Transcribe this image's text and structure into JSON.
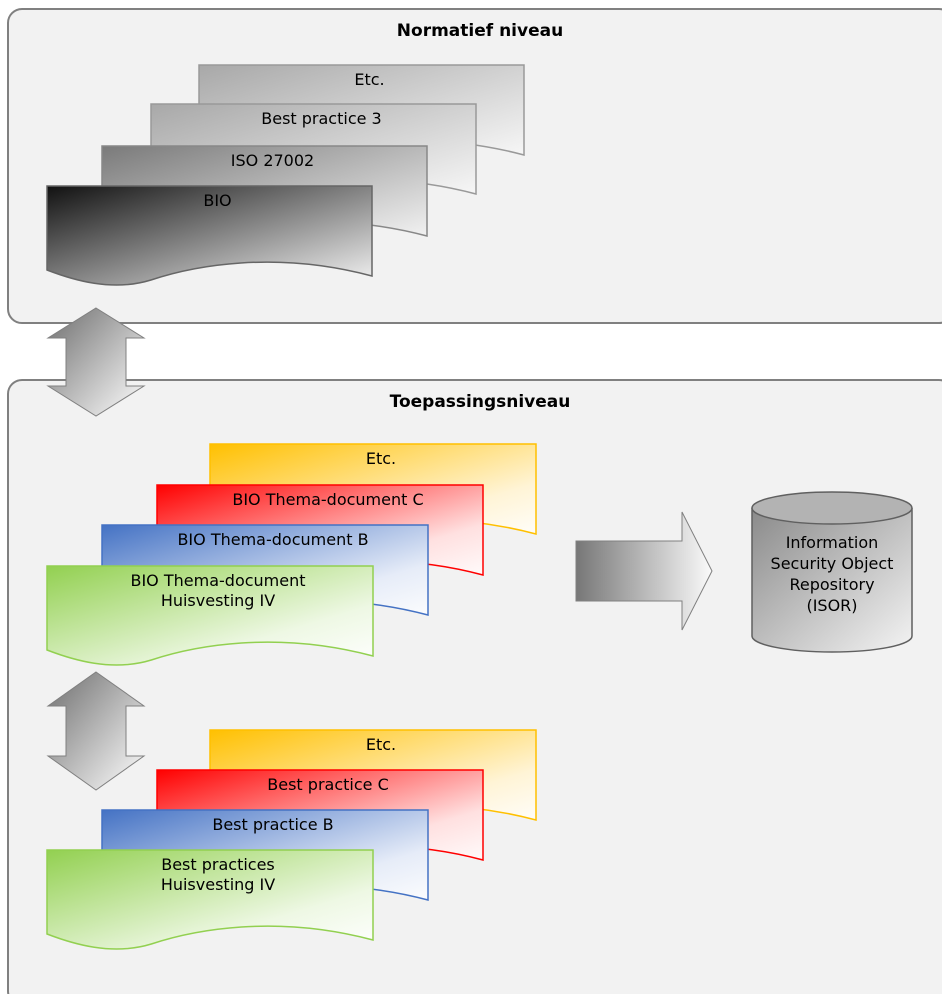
{
  "panels": {
    "normative": {
      "title": "Normatief niveau"
    },
    "application": {
      "title": "Toepassingsniveau"
    }
  },
  "normative_docs": [
    {
      "label": "Etc.",
      "style": "light"
    },
    {
      "label": "Best practice 3",
      "style": "light"
    },
    {
      "label": "ISO 27002",
      "style": "mid"
    },
    {
      "label": "BIO",
      "style": "dark"
    }
  ],
  "thema_docs": [
    {
      "label": "Etc.",
      "style": "yellow"
    },
    {
      "label": "BIO Thema-document C",
      "style": "red"
    },
    {
      "label": "BIO Thema-document B",
      "style": "blue"
    },
    {
      "label": "BIO Thema-document\nHuisvesting IV",
      "style": "green"
    }
  ],
  "practice_docs": [
    {
      "label": "Etc.",
      "style": "yellow"
    },
    {
      "label": "Best practice C",
      "style": "red"
    },
    {
      "label": "Best practice B",
      "style": "blue"
    },
    {
      "label": "Best practices\nHuisvesting IV",
      "style": "green"
    }
  ],
  "repository": {
    "label": "Information\nSecurity Object\nRepository\n(ISOR)"
  },
  "colors": {
    "panel_fill": "#f2f2f2",
    "panel_stroke": "#808080",
    "yellow": "#ffc000",
    "red": "#ff0000",
    "blue": "#4472c4",
    "green": "#92d050"
  }
}
